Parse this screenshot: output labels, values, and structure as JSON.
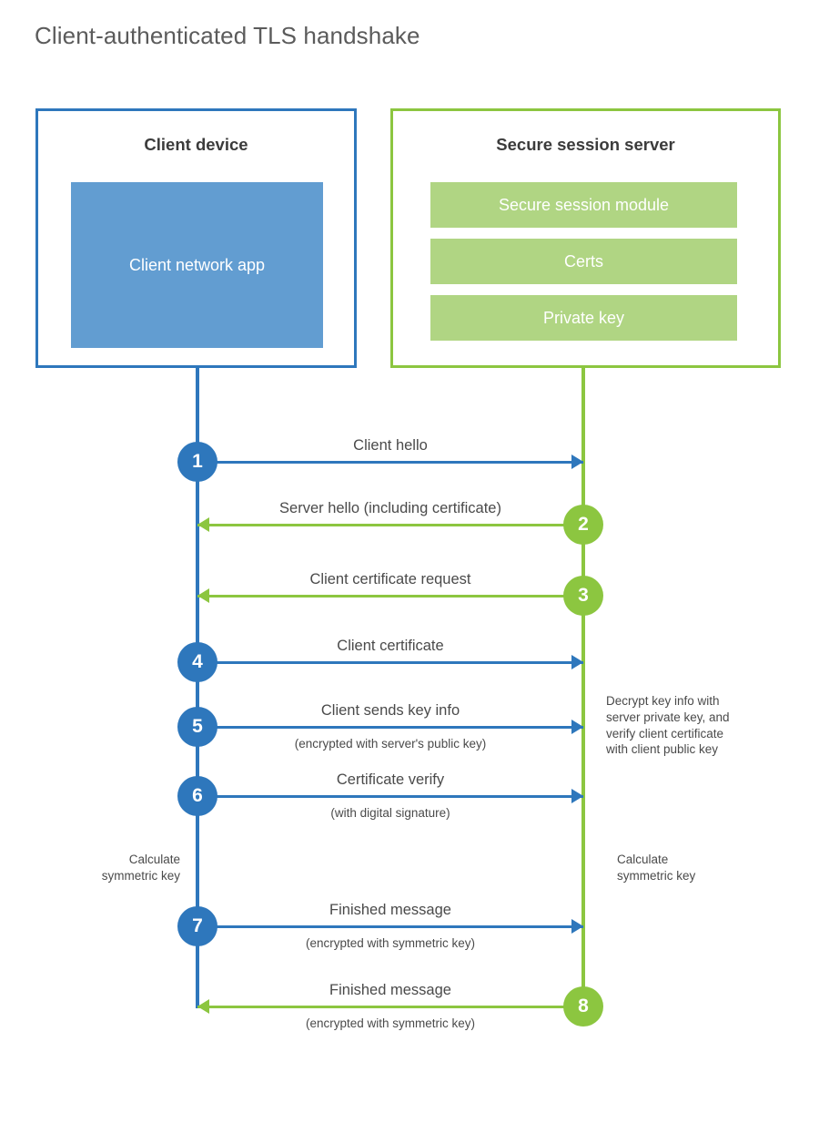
{
  "title": "Client-authenticated TLS handshake",
  "colors": {
    "client_accent": "#2e77bc",
    "client_fill": "#629dd1",
    "server_accent": "#8cc640",
    "server_fill": "#b0d583",
    "text": "#4a4a4a",
    "title_text": "#5b5b5b",
    "background": "#ffffff"
  },
  "actors": {
    "client": {
      "title": "Client device",
      "components": [
        {
          "label": "Client network\napp"
        }
      ]
    },
    "server": {
      "title": "Secure session server",
      "components": [
        {
          "label": "Secure session module"
        },
        {
          "label": "Certs"
        },
        {
          "label": "Private key"
        }
      ]
    }
  },
  "messages": [
    {
      "number": "1",
      "label": "Client hello",
      "sublabel": "",
      "direction": "client-to-server",
      "origin": "client"
    },
    {
      "number": "2",
      "label": "Server hello (including certificate)",
      "sublabel": "",
      "direction": "server-to-client",
      "origin": "server"
    },
    {
      "number": "3",
      "label": "Client certificate request",
      "sublabel": "",
      "direction": "server-to-client",
      "origin": "server"
    },
    {
      "number": "4",
      "label": "Client certificate",
      "sublabel": "",
      "direction": "client-to-server",
      "origin": "client"
    },
    {
      "number": "5",
      "label": "Client sends key info",
      "sublabel": "(encrypted with server's public key)",
      "direction": "client-to-server",
      "origin": "client"
    },
    {
      "number": "6",
      "label": "Certificate verify",
      "sublabel": "(with digital signature)",
      "direction": "client-to-server",
      "origin": "client"
    },
    {
      "number": "7",
      "label": "Finished message",
      "sublabel": "(encrypted with symmetric key)",
      "direction": "client-to-server",
      "origin": "client"
    },
    {
      "number": "8",
      "label": "Finished message",
      "sublabel": "(encrypted with symmetric key)",
      "direction": "server-to-client",
      "origin": "server"
    }
  ],
  "notes": {
    "server_decrypt": "Decrypt key info with\nserver private key, and\nverify client certificate\nwith client public key",
    "client_calculate": "Calculate\nsymmetric key",
    "server_calculate": "Calculate\nsymmetric key"
  }
}
